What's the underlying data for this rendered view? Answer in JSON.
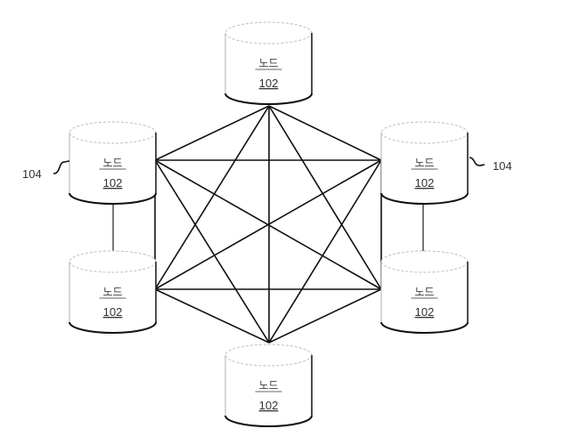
{
  "diagram": {
    "type": "full-mesh network of storage nodes",
    "nodes": [
      {
        "key": "top",
        "label": "노드",
        "id": "102"
      },
      {
        "key": "left-top",
        "label": "노드",
        "id": "102"
      },
      {
        "key": "right-top",
        "label": "노드",
        "id": "102"
      },
      {
        "key": "left-bottom",
        "label": "노드",
        "id": "102"
      },
      {
        "key": "right-bottom",
        "label": "노드",
        "id": "102"
      },
      {
        "key": "bottom",
        "label": "노드",
        "id": "102"
      }
    ],
    "mesh_edges": [
      [
        "top",
        "left-top"
      ],
      [
        "top",
        "right-top"
      ],
      [
        "top",
        "left-bottom"
      ],
      [
        "top",
        "right-bottom"
      ],
      [
        "top",
        "bottom"
      ],
      [
        "left-top",
        "right-top"
      ],
      [
        "left-top",
        "left-bottom"
      ],
      [
        "left-top",
        "right-bottom"
      ],
      [
        "left-top",
        "bottom"
      ],
      [
        "right-top",
        "left-bottom"
      ],
      [
        "right-top",
        "right-bottom"
      ],
      [
        "right-top",
        "bottom"
      ],
      [
        "left-bottom",
        "right-bottom"
      ],
      [
        "left-bottom",
        "bottom"
      ],
      [
        "right-bottom",
        "bottom"
      ]
    ],
    "pair_links": [
      [
        "left-top",
        "left-bottom"
      ],
      [
        "right-top",
        "right-bottom"
      ]
    ],
    "reference_labels": [
      {
        "key": "left",
        "text": "104",
        "points_to": "left-top"
      },
      {
        "key": "right",
        "text": "104",
        "points_to": "right-top"
      }
    ]
  }
}
